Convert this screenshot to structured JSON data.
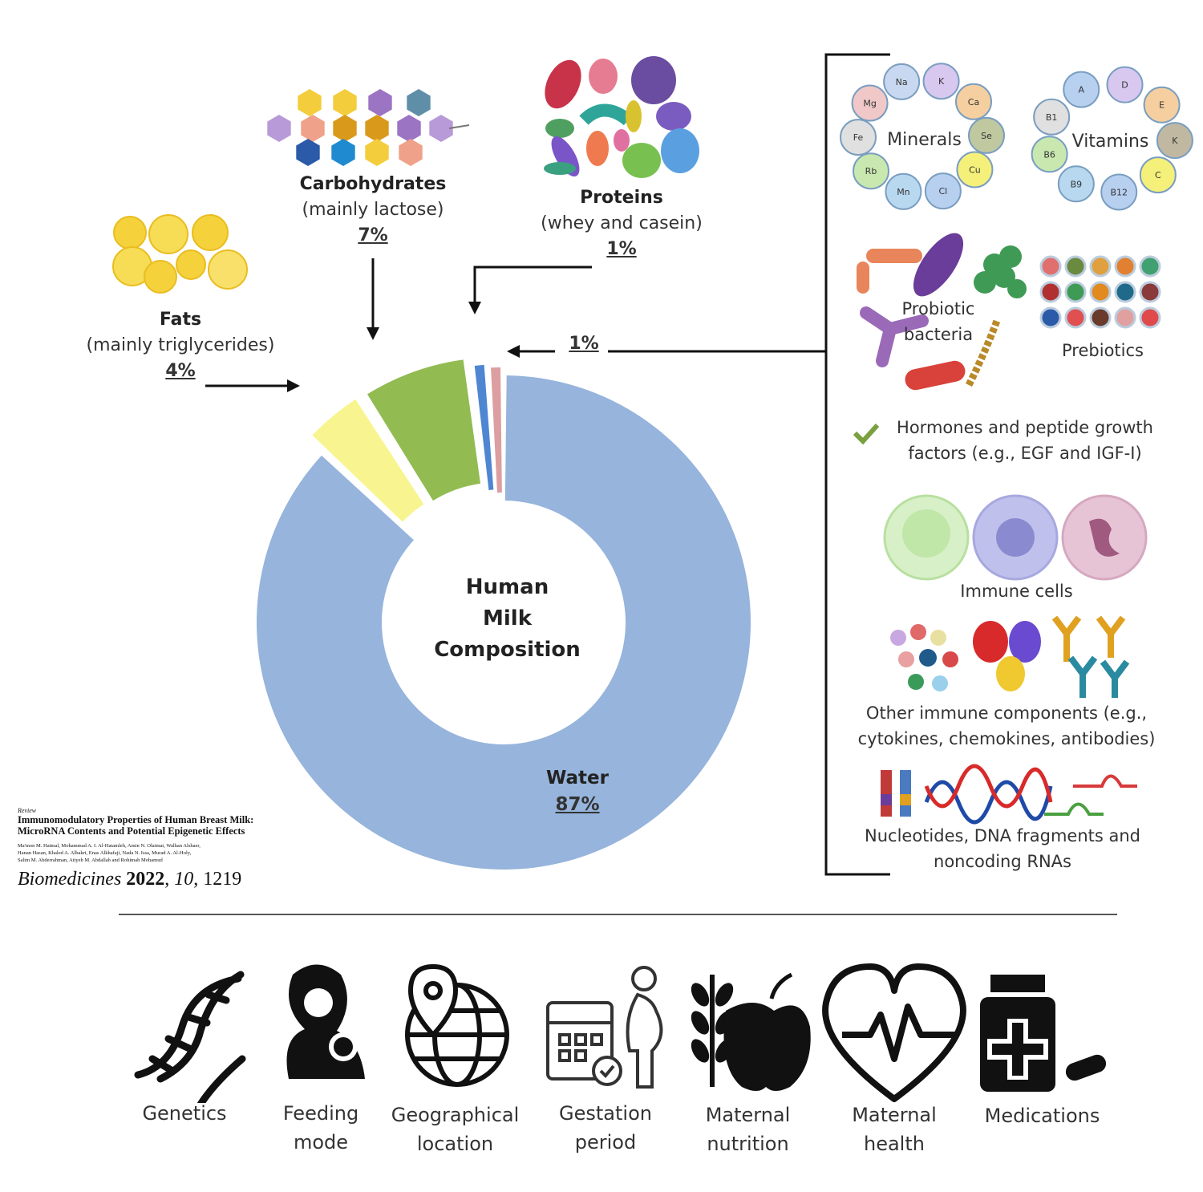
{
  "center": {
    "line1": "Human",
    "line2": "Milk",
    "line3": "Composition"
  },
  "chart_data": {
    "type": "pie",
    "variant": "exploded-donut",
    "categories": [
      "Water",
      "Fats",
      "Carbohydrates",
      "Proteins",
      "Other"
    ],
    "values": [
      87,
      4,
      7,
      1,
      1
    ],
    "colors": [
      "#96b4dc",
      "#f8f590",
      "#92bb52",
      "#4f86d2",
      "#dc9ea0"
    ]
  },
  "labels": {
    "water": {
      "name": "Water",
      "pct": "87%"
    },
    "fats": {
      "name": "Fats",
      "detail": "(mainly triglycerides)",
      "pct": "4%"
    },
    "carbs": {
      "name": "Carbohydrates",
      "detail": "(mainly lactose)",
      "pct": "7%"
    },
    "proteins": {
      "name": "Proteins",
      "detail": "(whey and casein)",
      "pct": "1%"
    },
    "other": {
      "pct": "1%"
    }
  },
  "minerals": {
    "title": "Minerals",
    "items": [
      "Na",
      "K",
      "Ca",
      "Se",
      "Cu",
      "Cl",
      "Mn",
      "Rb",
      "Fe",
      "Mg"
    ]
  },
  "vitamins": {
    "title": "Vitamins",
    "items": [
      "D",
      "E",
      "K",
      "C",
      "B12",
      "B9",
      "B6",
      "B1",
      "A"
    ]
  },
  "right": {
    "probiotic_line1": "Probiotic",
    "probiotic_line2": "bacteria",
    "prebiotics": "Prebiotics",
    "hormones_line1": "Hormones and peptide growth",
    "hormones_line2": "factors (e.g., EGF and IGF-I)",
    "immune_cells": "Immune cells",
    "other_immune_line1": "Other immune components (e.g.,",
    "other_immune_line2": "cytokines, chemokines, antibodies)",
    "nucleotides_line1": "Nucleotides, DNA fragments and",
    "nucleotides_line2": "noncoding RNAs"
  },
  "reference": {
    "kind": "Review",
    "title_line1": "Immunomodulatory Properties of Human Breast Milk:",
    "title_line2": "MicroRNA Contents and Potential Epigenetic Effects",
    "authors_line1": "Ma'mon M. Hatmal, Mohammad A. I. Al-Hatamleh, Amin N. Olaimat, Walhan Alshaer,",
    "authors_line2": "Hanan Hasan, Khaled A. Albakri, Enas Alkhafaji, Nada N. Issa, Murad A. Al-Holy,",
    "authors_line3": "Salim M. Abderrahman, Atiyeh M. Abdallah and Rohimah Mohamud",
    "journal": "Biomedicines",
    "year": "2022",
    "volume": "10",
    "page": "1219"
  },
  "factors": [
    {
      "icon": "dna-icon",
      "line1": "Genetics",
      "line2": ""
    },
    {
      "icon": "mother-baby-icon",
      "line1": "Feeding",
      "line2": "mode"
    },
    {
      "icon": "globe-pin-icon",
      "line1": "Geographical",
      "line2": "location"
    },
    {
      "icon": "calendar-pregnant-icon",
      "line1": "Gestation",
      "line2": "period"
    },
    {
      "icon": "wheat-apple-icon",
      "line1": "Maternal",
      "line2": "nutrition"
    },
    {
      "icon": "heart-pulse-icon",
      "line1": "Maternal",
      "line2": "health"
    },
    {
      "icon": "medicine-bottle-icon",
      "line1": "Medications",
      "line2": ""
    }
  ]
}
